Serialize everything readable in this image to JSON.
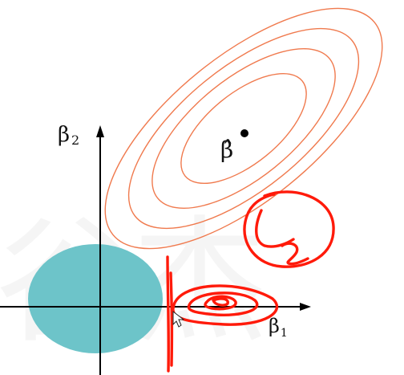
{
  "axes": {
    "y_label_base": "β",
    "y_label_sub": "2",
    "x_label_base": "β",
    "x_label_sub": "1"
  },
  "estimate": {
    "label": "β̂"
  },
  "annotation": {
    "handwritten_text": "L2"
  },
  "watermark": {
    "text": "谷杰"
  },
  "colors": {
    "constraint_region": "#6dc4c9",
    "contours": "#f07a4e",
    "handwriting": "#ff1a0a",
    "axes": "#000000",
    "watermark": "#e9e9e9"
  }
}
